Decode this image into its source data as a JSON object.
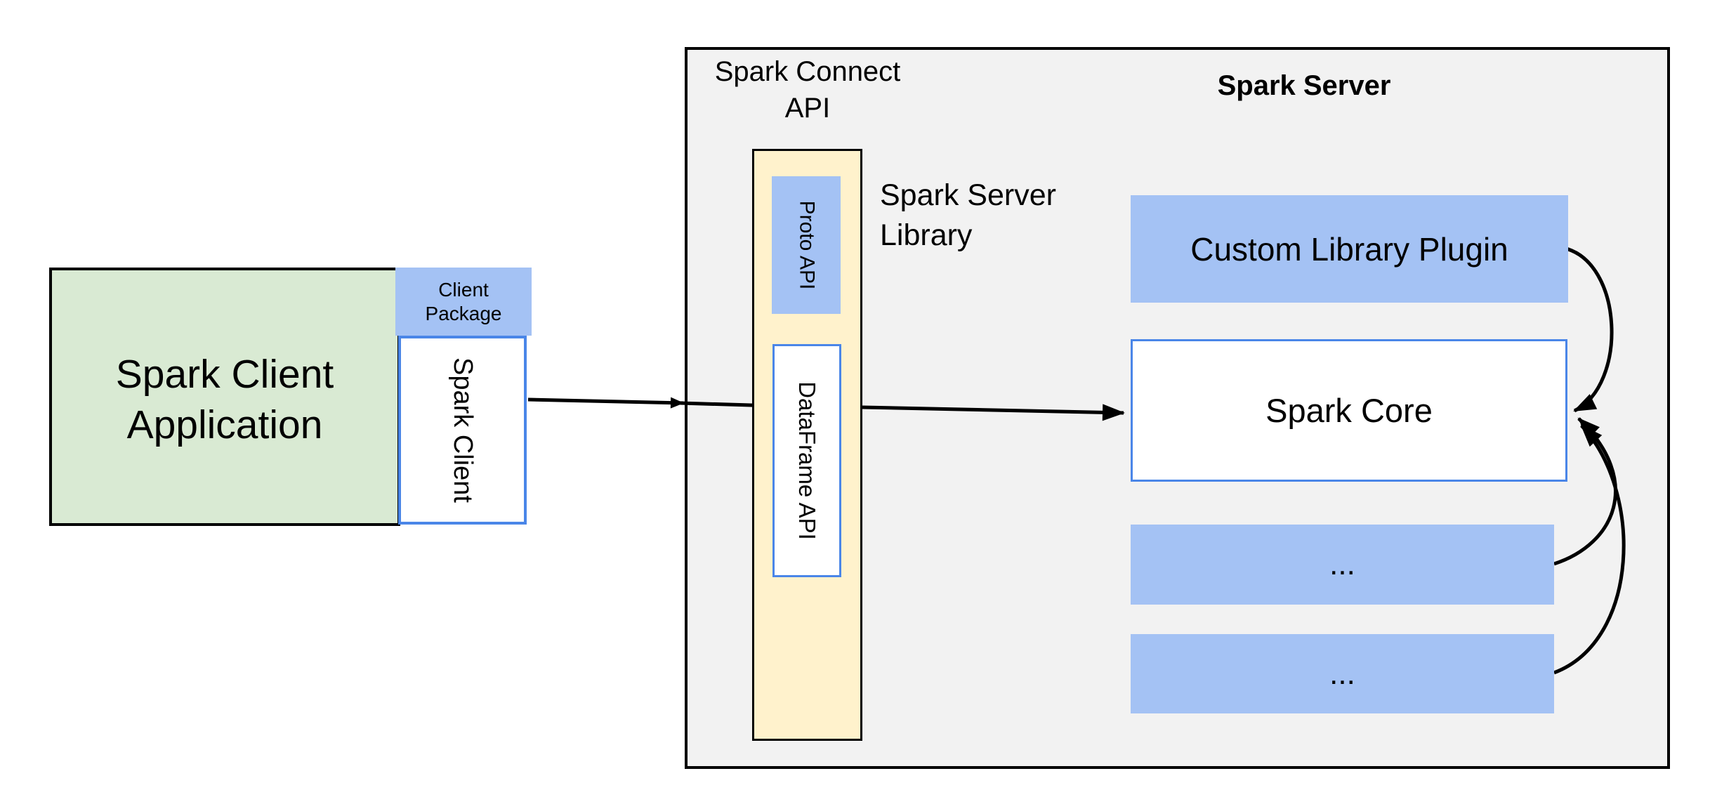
{
  "colors": {
    "ink": "#000000",
    "blue-fill": "#a4c2f4",
    "blue-border": "#4a86e8",
    "green-fill": "#d9ead3",
    "yellow-fill": "#fff2cc",
    "gray-fill": "#f2f2f2",
    "canvas-bg": "#ffffff"
  },
  "client_application": {
    "line1": "Spark Client",
    "line2": "Application"
  },
  "client_package": {
    "label": "Client Package"
  },
  "spark_client": {
    "label": "Spark Client"
  },
  "spark_connect_api": {
    "line1": "Spark Connect",
    "line2": "API"
  },
  "spark_server_library": {
    "line1": "Spark Server",
    "line2": "Library"
  },
  "proto_api": {
    "label": "Proto API"
  },
  "dataframe_api": {
    "label": "DataFrame API"
  },
  "spark_server": {
    "title": "Spark Server"
  },
  "custom_library_plugin": {
    "label": "Custom Library Plugin"
  },
  "spark_core": {
    "label": "Spark Core"
  },
  "plugin_slot_1": {
    "label": "..."
  },
  "plugin_slot_2": {
    "label": "..."
  }
}
